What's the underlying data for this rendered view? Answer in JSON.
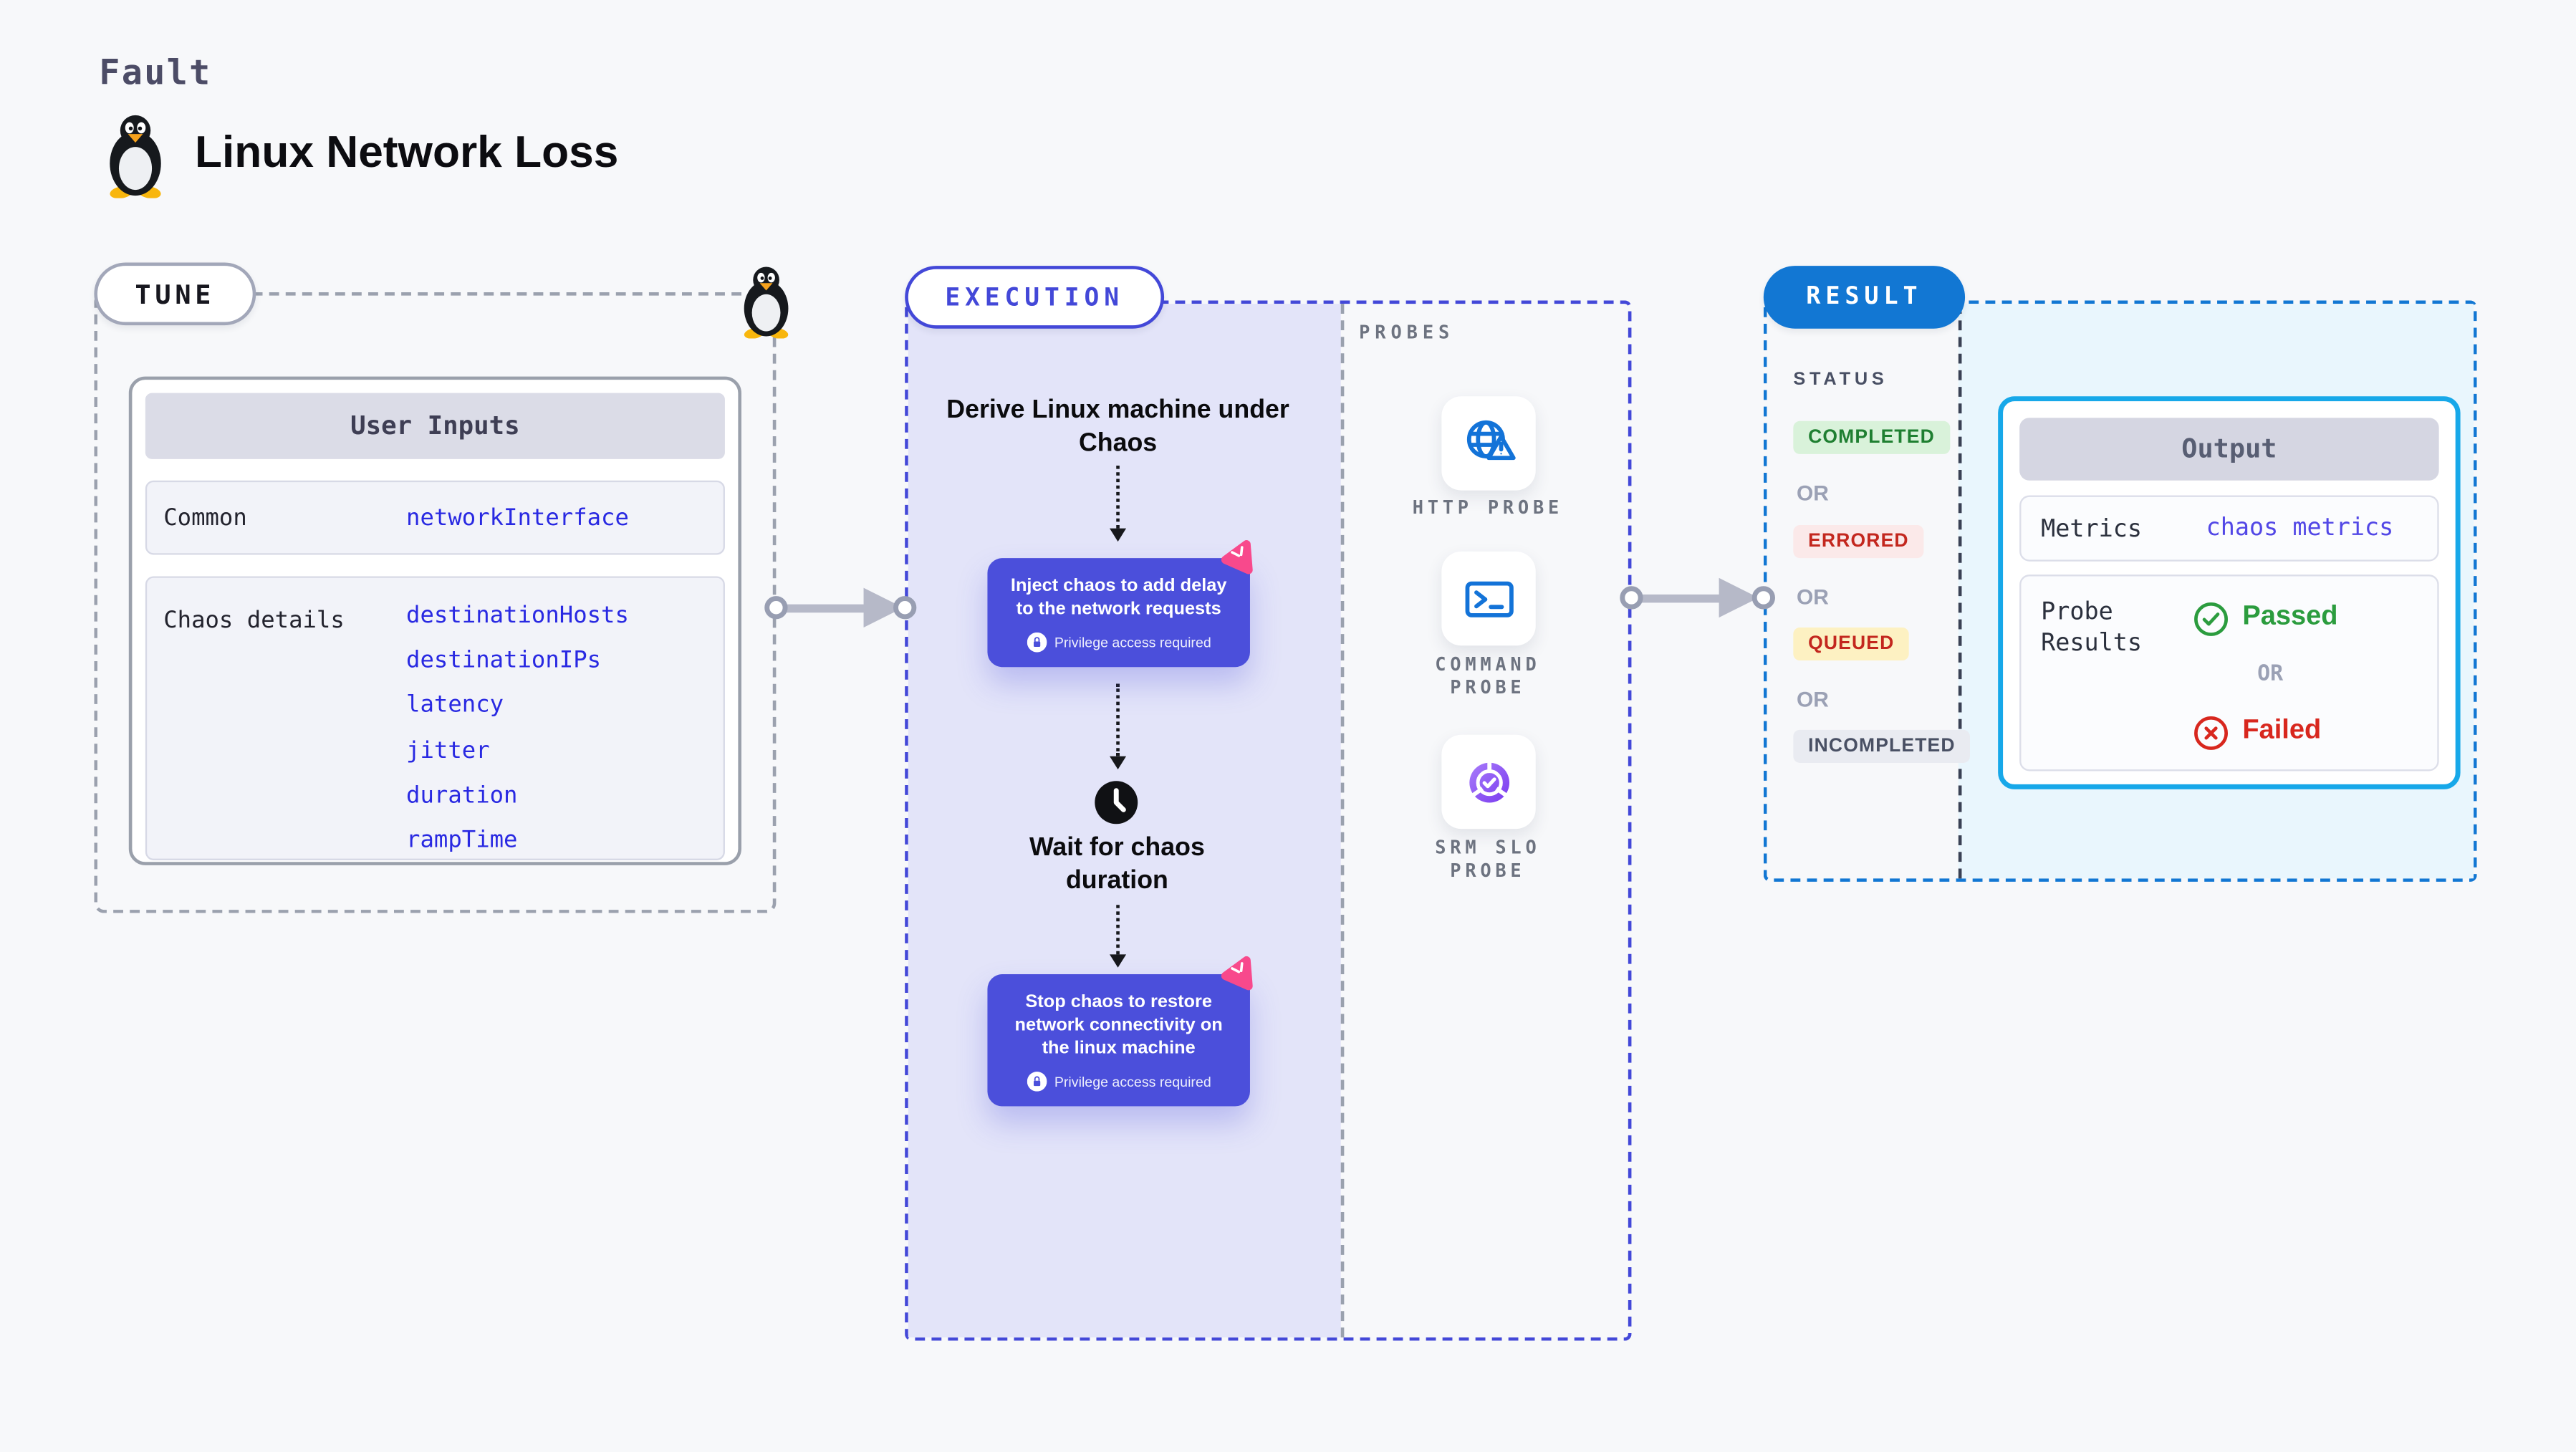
{
  "page": {
    "kicker": "Fault",
    "title": "Linux Network Loss"
  },
  "colors": {
    "page-bg": "#f7f8fa",
    "indigo": "#4348d8",
    "node-indigo": "#4b4fdb",
    "lavender": "#e3e4f9",
    "result-blue": "#1277d3",
    "light-blue": "#e9f6fd",
    "cyan": "#17a8e9",
    "green": "#2b9c3e",
    "red": "#d8271e",
    "pink": "#f8498c",
    "value-blue": "#2929e2",
    "arrow-gray": "#b6b9c8",
    "probe-blue": "#1373d8",
    "muted": "#6d7380",
    "or-gray": "#9ba1b5"
  },
  "tune": {
    "label": "TUNE",
    "card_title": "User Inputs",
    "rows": [
      {
        "label": "Common",
        "values": [
          "networkInterface"
        ]
      },
      {
        "label": "Chaos details",
        "values": [
          "destinationHosts",
          "destinationIPs",
          "latency",
          "jitter",
          "duration",
          "rampTime"
        ]
      }
    ]
  },
  "execution": {
    "label": "EXECUTION",
    "steps": {
      "derive": "Derive Linux machine under Chaos",
      "inject": "Inject chaos to add delay to the network requests",
      "privilege": "Privilege access required",
      "wait": "Wait for chaos duration",
      "stop": "Stop chaos to restore network connectivity on the linux machine"
    },
    "probes": {
      "label": "PROBES",
      "items": [
        {
          "name": "HTTP PROBE"
        },
        {
          "name": "COMMAND PROBE"
        },
        {
          "name": "SRM SLO PROBE"
        }
      ]
    }
  },
  "result": {
    "label": "RESULT",
    "status": {
      "heading": "STATUS",
      "or": "OR",
      "badges": [
        {
          "text": "COMPLETED"
        },
        {
          "text": "ERRORED"
        },
        {
          "text": "QUEUED"
        },
        {
          "text": "INCOMPLETED"
        }
      ]
    },
    "output": {
      "title": "Output",
      "metrics_label": "Metrics",
      "metrics_value": "chaos metrics",
      "probe_label": "Probe Results",
      "passed": "Passed",
      "or": "OR",
      "failed": "Failed"
    }
  }
}
